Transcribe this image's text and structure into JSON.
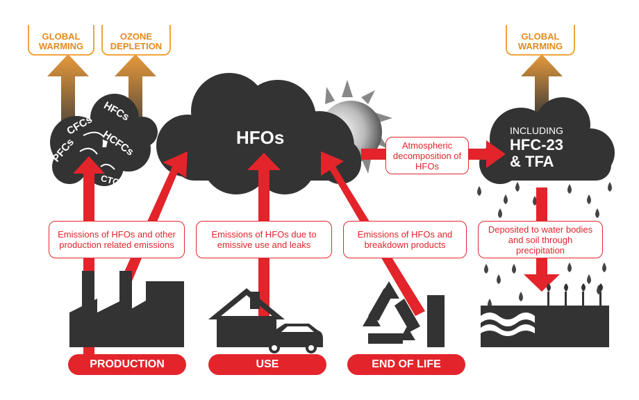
{
  "top_labels": {
    "global_warming_left": "GLOBAL WARMING",
    "ozone_depletion": "OZONE DEPLETION",
    "global_warming_right": "GLOBAL WARMING"
  },
  "left_cloud_gases": [
    "HFCs",
    "CFCs",
    "HCFCs",
    "PFCs",
    "CTC"
  ],
  "main_cloud": "HFOs",
  "right_cloud": {
    "line1": "INCLUDING",
    "line2": "HFC-23",
    "line3": "& TFA"
  },
  "boxes": {
    "production_emissions": "Emissions of HFOs and other production related emissions",
    "use_emissions": "Emissions of HFOs due to emissive use and leaks",
    "end_of_life_emissions": "Emissions of HFOs and breakdown products",
    "atmospheric": "Atmospheric decomposition of HFOs",
    "deposited": "Deposited to water bodies and soil through precipitation"
  },
  "stages": [
    "PRODUCTION",
    "USE",
    "END OF LIFE"
  ],
  "colors": {
    "red": "#e3242b",
    "orange": "#f0a33a",
    "dark": "#333333"
  }
}
